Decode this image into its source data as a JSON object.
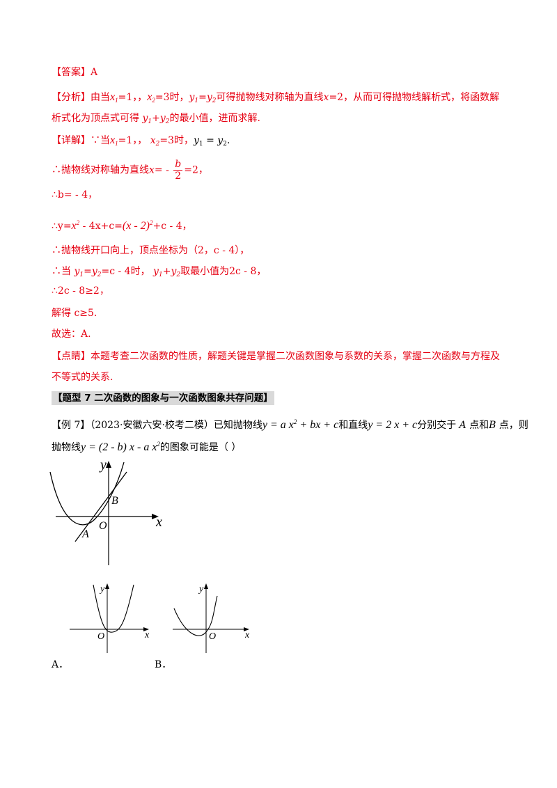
{
  "answer": {
    "tag": "【答案】",
    "value": "A"
  },
  "analysis": {
    "tag": "【分析】",
    "line1_a": "由当",
    "line1_b": "，",
    "line1_c": "时，",
    "line1_d": "可得抛物线对称轴为直线",
    "line1_e": "，从而可得抛物线解析式，将函数解",
    "line2_a": "析式化为顶点式可得",
    "line2_b": "的最小值，进而求解."
  },
  "detail": {
    "tag": "【详解】",
    "line1_a": "∵当",
    "line1_b": "，",
    "line1_c": "时，",
    "line2_a": "∴抛物线对称轴为直线",
    "line2_b": "=2，",
    "line3": "∴b= - 4，",
    "line4_a": "∴y=",
    "line4_b": " - 4x+c=",
    "line4_c": "+c - 4，",
    "line5": "∴抛物线开口向上，顶点坐标为（2，c - 4），",
    "line6_a": "∴当",
    "line6_b": "=c - 4时，",
    "line6_c": "取最小值为2c - 8，",
    "line7": "∴2c - 8≥2，",
    "line8": "解得 c≥5.",
    "line9": "故选：A."
  },
  "comment": {
    "tag": "【点睛】",
    "line1": "本题考查二次函数的性质，解题关键是掌握二次函数图象与系数的关系，掌握二次函数与方程及",
    "line2": "不等式的关系."
  },
  "section_heading": "【题型 7   二次函数的图象与一次函数图象共存问题】",
  "example": {
    "tag": "【例 7】",
    "source": "（2023·安徽六安·校考二模）已知抛物线",
    "text_a": "和直线",
    "text_b": "分别交于",
    "pt_a": "A",
    "text_c": "点和",
    "pt_b": "B",
    "text_d": "点，则",
    "line2_a": "抛物线",
    "line2_b": "的图象可能是（     ）"
  },
  "figure_main": {
    "y_label": "y",
    "x_label": "x",
    "origin": "O",
    "point_a": "A",
    "point_b": "B"
  },
  "option_a": {
    "label": "A．",
    "y_label": "y",
    "x_label": "x",
    "origin": "O"
  },
  "option_b": {
    "label": "B．",
    "y_label": "y",
    "x_label": "x",
    "origin": "O"
  }
}
